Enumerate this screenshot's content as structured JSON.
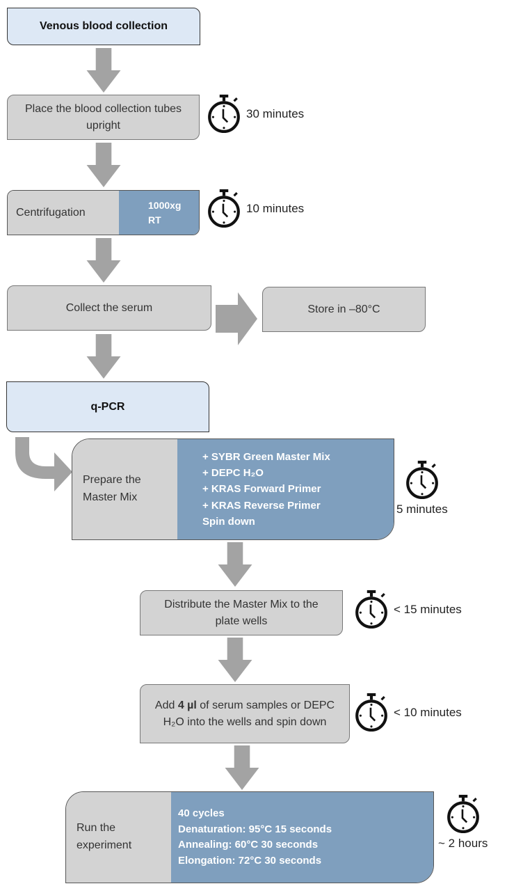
{
  "colors": {
    "title_fill": "#dde8f5",
    "step_fill": "#d3d3d3",
    "detail_fill": "#7f9fbe",
    "arrow": "#a3a3a3"
  },
  "steps": {
    "venous": {
      "label": "Venous blood collection"
    },
    "upright": {
      "label": "Place the blood collection tubes upright",
      "time": "30 minutes"
    },
    "centrifugation": {
      "label": "Centrifugation",
      "detail_1": "1000xg",
      "detail_2": "RT",
      "time": "10 minutes"
    },
    "collect": {
      "label": "Collect the serum"
    },
    "store": {
      "label": "Store in –80°C"
    },
    "qpcr": {
      "label": "q-PCR"
    },
    "master_mix": {
      "label": "Prepare the Master Mix",
      "items": [
        "+ SYBR Green Master Mix",
        "+ DEPC H₂O",
        "+ KRAS Forward Primer",
        "+ KRAS Reverse Primer",
        "Spin down"
      ],
      "time": "5 minutes"
    },
    "distribute": {
      "label": "Distribute the Master Mix to the plate wells",
      "time": "< 15 minutes"
    },
    "add_samples": {
      "label_pre": "Add ",
      "label_bold": "4 µl",
      "label_post": " of serum samples or DEPC H₂O into the wells and spin down",
      "time": "< 10 minutes"
    },
    "run": {
      "label": "Run the experiment",
      "items": [
        "40 cycles",
        "Denaturation:  95°C 15 seconds",
        "Annealing:  60°C 30 seconds",
        "Elongation:  72°C 30 seconds"
      ],
      "time": "~ 2 hours"
    }
  }
}
